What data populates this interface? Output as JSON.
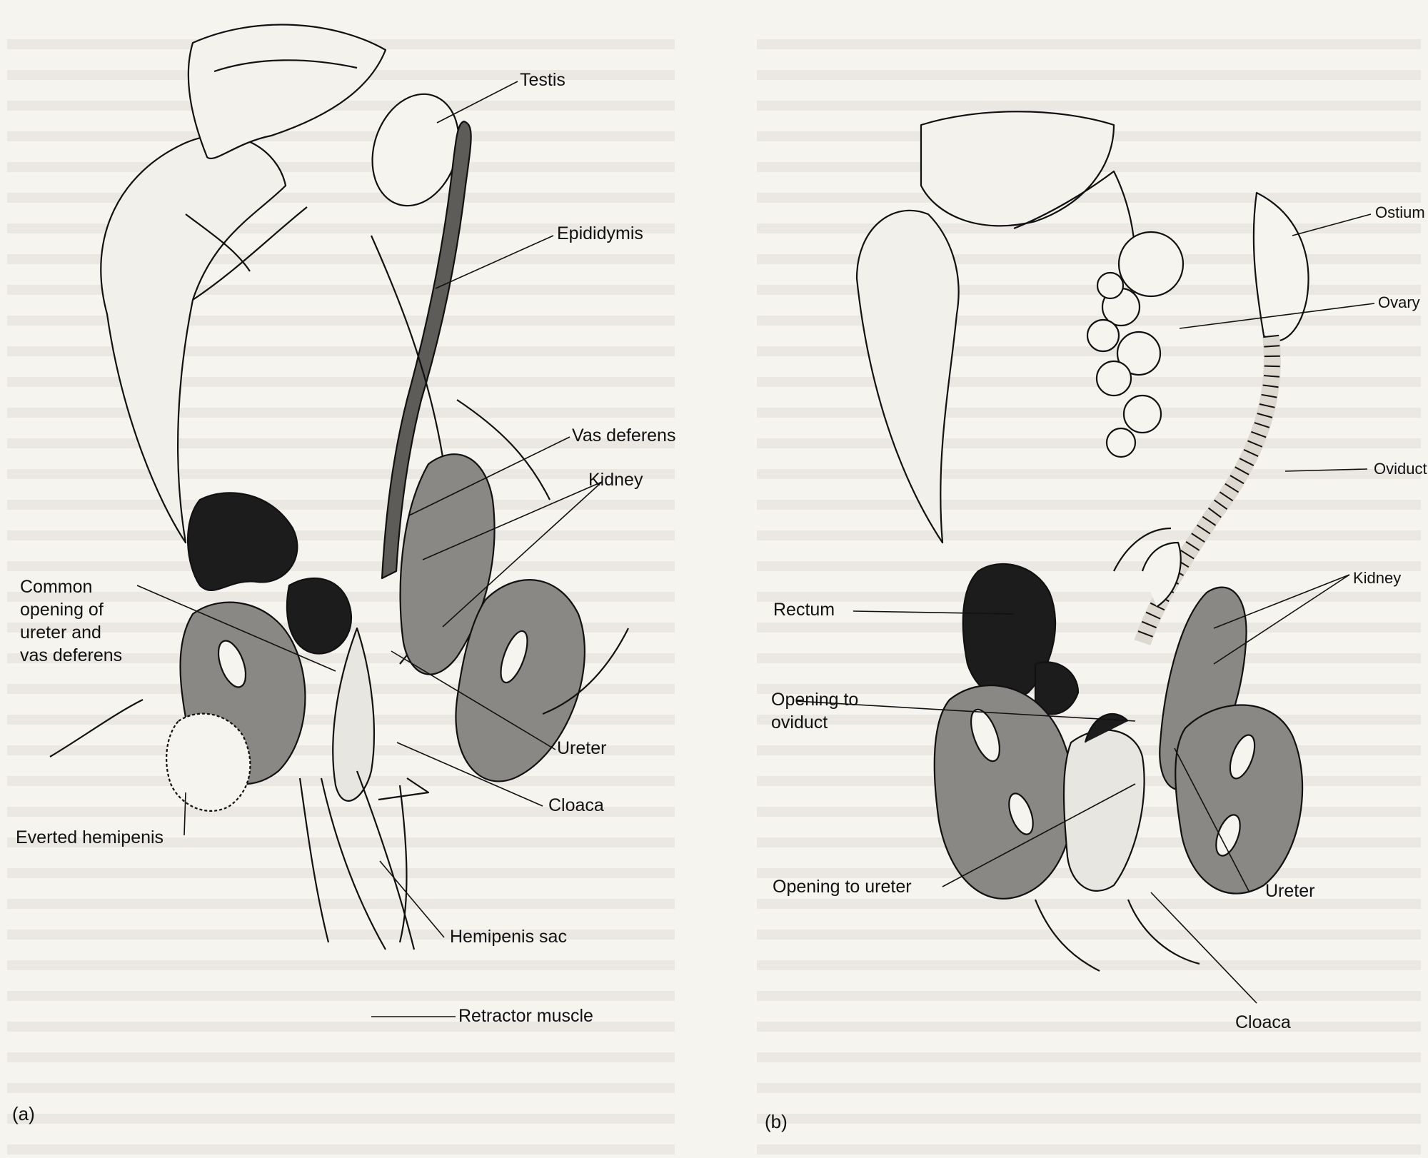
{
  "panels": [
    {
      "tag": "(a)",
      "labels": {
        "testis": "Testis",
        "epididymis": "Epididymis",
        "vas_deferens": "Vas deferens",
        "kidney": "Kidney",
        "common_opening": [
          "Common",
          "opening of",
          "ureter and",
          "vas deferens"
        ],
        "ureter": "Ureter",
        "cloaca": "Cloaca",
        "everted_hemipenis": "Everted hemipenis",
        "hemipenis_sac": "Hemipenis sac",
        "retractor_muscle": "Retractor muscle"
      }
    },
    {
      "tag": "(b)",
      "labels": {
        "ostium": "Ostium",
        "ovary": "Ovary",
        "oviduct": "Oviduct",
        "kidney": "Kidney",
        "rectum": "Rectum",
        "opening_to_oviduct": [
          "Opening to",
          "oviduct"
        ],
        "opening_to_ureter": "Opening to ureter",
        "ureter": "Ureter",
        "cloaca": "Cloaca"
      }
    }
  ],
  "colors": {
    "page": "#f6f4ef",
    "ink": "#111111",
    "organ_gray": "#7d7b78",
    "dark_fill": "#1c1c1c",
    "bleed_text": "#8a867f"
  }
}
